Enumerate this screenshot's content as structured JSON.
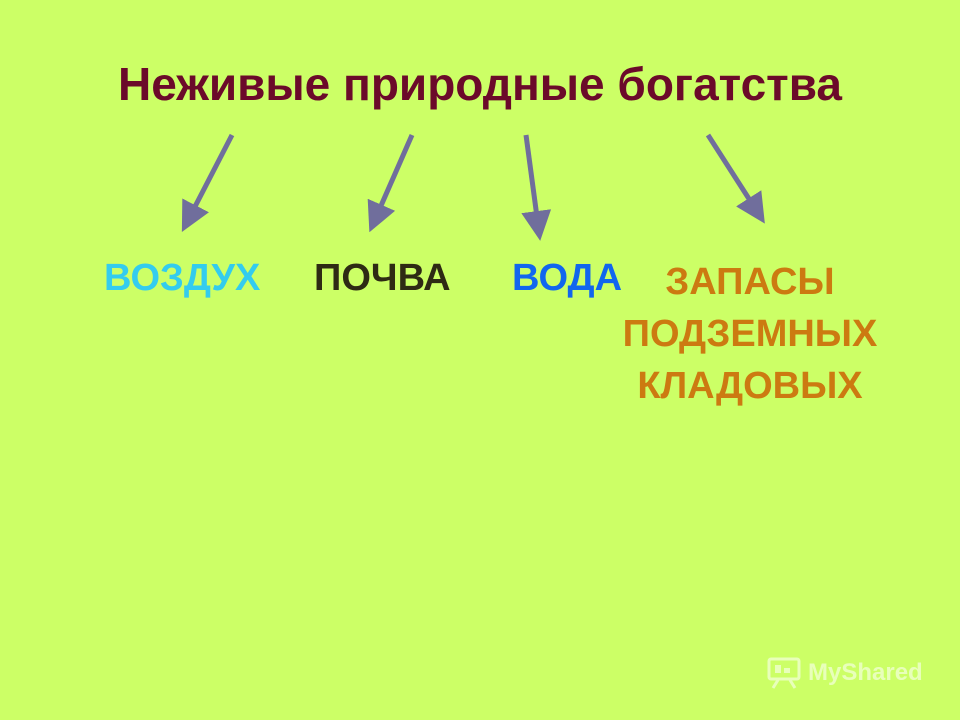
{
  "title": "Неживые природные богатства",
  "items": [
    {
      "label": "ВОЗДУХ",
      "color": "#33ccee"
    },
    {
      "label": "ПОЧВА",
      "color": "#2e2a14"
    },
    {
      "label": "ВОДА",
      "color": "#1166ee"
    }
  ],
  "reserves": {
    "lines": [
      "ЗАПАСЫ",
      "ПОДЗЕМНЫХ",
      "КЛАДОВЫХ"
    ],
    "color": "#cc7a11"
  },
  "colors": {
    "background": "#ccff66",
    "title": "#6b0a2a",
    "arrow": "#706e9c"
  },
  "watermark": {
    "text": "MyShared",
    "icon": "presentation-board-icon"
  }
}
